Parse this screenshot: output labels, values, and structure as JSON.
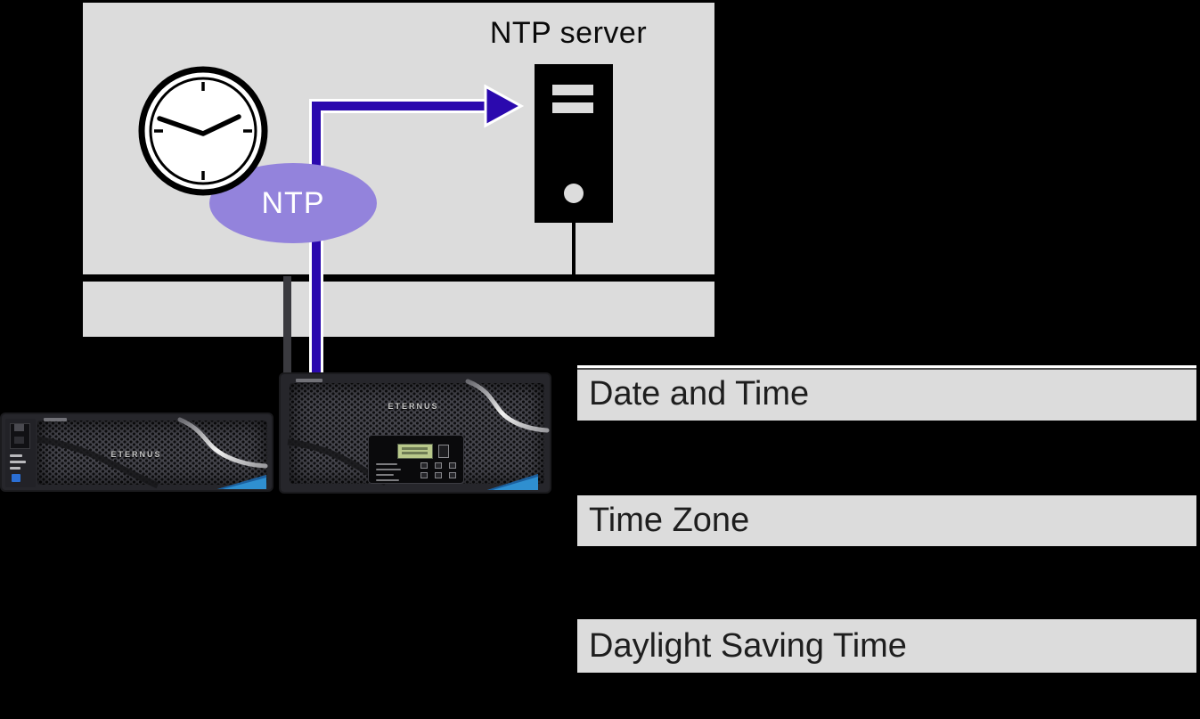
{
  "diagram": {
    "title_hint": "ETERNUS NTP time synchronization diagram",
    "ntp_server_label": "NTP server",
    "protocol_badge": "NTP",
    "icons": {
      "clock": "analog-clock-icon",
      "server": "server-tower-icon",
      "arrow": "ntp-sync-arrow",
      "network": "lan-bus-line"
    }
  },
  "devices": {
    "left_storage": {
      "brand": "ETERNUS"
    },
    "right_storage": {
      "brand": "ETERNUS"
    }
  },
  "settings_menu": {
    "items": [
      {
        "label": "Date and Time"
      },
      {
        "label": "Time Zone"
      },
      {
        "label": "Daylight Saving Time"
      }
    ]
  },
  "colors": {
    "background": "#000000",
    "zone_gray": "#dcdcdc",
    "arrow_indigo": "#2b09ae",
    "ellipse_purple": "#9383dc",
    "device_accent_blue": "#2f8fd0",
    "lcd_green": "#b9c98b"
  }
}
